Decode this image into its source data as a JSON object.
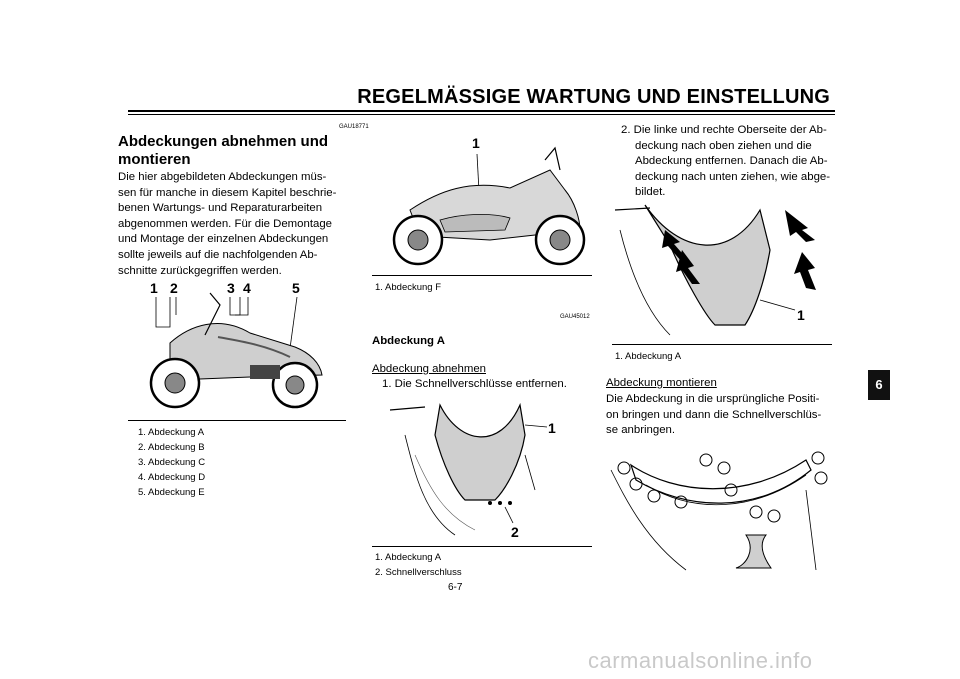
{
  "header": {
    "title": "REGELMÄSSIGE WARTUNG UND EINSTELLUNG"
  },
  "chapter_tab": "6",
  "page_number": "6-7",
  "watermark": "carmanualsonline.info",
  "col1": {
    "code": "GAU18771",
    "heading_line1": "Abdeckungen abnehmen und",
    "heading_line2": "montieren",
    "paragraph": [
      "Die hier abgebildeten Abdeckungen müs-",
      "sen für manche in diesem Kapitel beschrie-",
      "benen Wartungs- und Reparaturarbeiten",
      "abgenommen werden. Für die Demontage",
      "und Montage der einzelnen Abdeckungen",
      "sollte jeweils auf die nachfolgenden Ab-",
      "schnitte zurückgegriffen werden."
    ],
    "figure_callouts": [
      "1",
      "2",
      "3",
      "4",
      "5"
    ],
    "captions": [
      "1. Abdeckung A",
      "2. Abdeckung B",
      "3. Abdeckung C",
      "4. Abdeckung D",
      "5. Abdeckung E"
    ]
  },
  "col2": {
    "figure_callout": "1",
    "caption_top": "1. Abdeckung F",
    "code": "GAU45012",
    "sub_heading": "Abdeckung A",
    "underline_heading": "Abdeckung abnehmen",
    "step1": "1. Die Schnellverschlüsse entfernen.",
    "figure2_callouts": [
      "1",
      "2"
    ],
    "captions": [
      "1. Abdeckung A",
      "2. Schnellverschluss"
    ]
  },
  "col3": {
    "step2": [
      "2. Die linke und rechte Oberseite der Ab-",
      "deckung nach oben ziehen und die",
      "Abdeckung entfernen. Danach die Ab-",
      "deckung nach unten ziehen, wie abge-",
      "bildet."
    ],
    "figure_callout": "1",
    "caption": "1. Abdeckung A",
    "underline_heading": "Abdeckung montieren",
    "paragraph": [
      "Die Abdeckung in die ursprüngliche Positi-",
      "on bringen und dann die Schnellverschlüs-",
      "se anbringen."
    ]
  }
}
